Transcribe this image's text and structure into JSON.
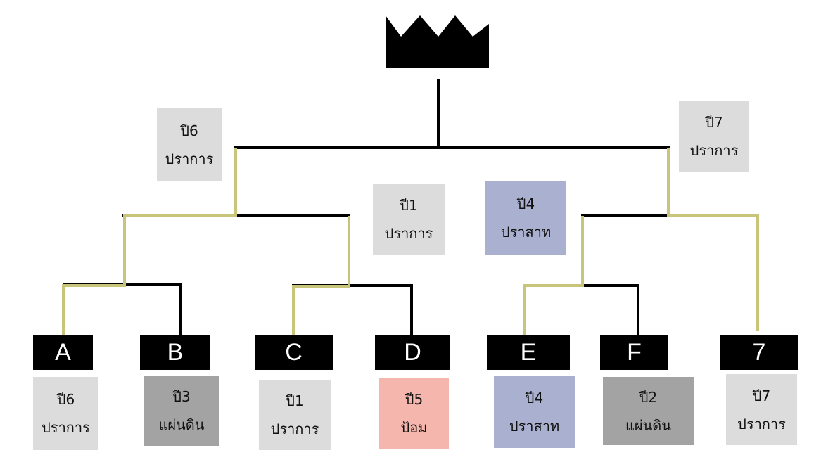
{
  "colors": {
    "line": "#000000",
    "path": "#c8c47a",
    "card_light": "#dcdcdc",
    "card_dark": "#a3a3a3",
    "card_blue": "#aab1d0",
    "card_pink": "#f4b6ad"
  },
  "crown_icon": "crown-icon",
  "teams": [
    {
      "label": "A",
      "year": "ปี6",
      "text": "ปราการ",
      "tone": "light"
    },
    {
      "label": "B",
      "year": "ปี3",
      "text": "แผ่นดิน",
      "tone": "dark"
    },
    {
      "label": "C",
      "year": "ปี1",
      "text": "ปราการ",
      "tone": "light"
    },
    {
      "label": "D",
      "year": "ปี5",
      "text": "ป้อม",
      "tone": "pink"
    },
    {
      "label": "E",
      "year": "ปี4",
      "text": "ปราสาท",
      "tone": "blue"
    },
    {
      "label": "F",
      "year": "ปี2",
      "text": "แผ่นดิน",
      "tone": "dark"
    },
    {
      "label": "7",
      "year": "ปี7",
      "text": "ปราการ",
      "tone": "light"
    }
  ],
  "round_cards": {
    "semi_left": {
      "year": "ปี6",
      "text": "ปราการ"
    },
    "semi_right": {
      "year": "ปี7",
      "text": "ปราการ"
    },
    "quarter_left": {
      "year": "ปี1",
      "text": "ปราการ"
    },
    "quarter_right": {
      "year": "ปี4",
      "text": "ปราสาท"
    }
  }
}
